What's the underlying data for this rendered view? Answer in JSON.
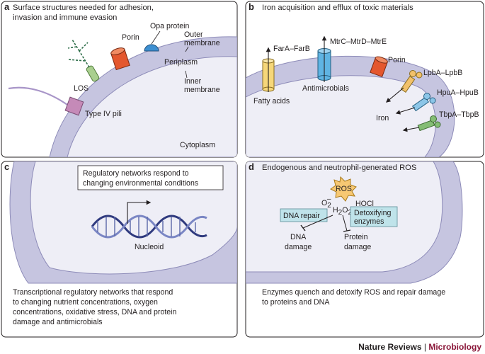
{
  "panels": {
    "a": {
      "letter": "a",
      "title_line1": "Surface structures needed for adhesion,",
      "title_line2": "invasion and immune evasion",
      "labels": {
        "porin": "Porin",
        "opa": "Opa protein",
        "outer_membrane_1": "Outer",
        "outer_membrane_2": "membrane",
        "periplasm": "Periplasm",
        "inner_membrane_1": "Inner",
        "inner_membrane_2": "membrane",
        "los": "LOS",
        "pili": "Type IV pili",
        "cytoplasm": "Cytoplasm"
      }
    },
    "b": {
      "letter": "b",
      "title": "Iron acquisition and efflux of toxic materials",
      "labels": {
        "farab": "FarA–FarB",
        "mtr": "MtrC–MtrD–MtrE",
        "porin": "Porin",
        "lpb": "LpbA–LpbB",
        "hpu": "HpuA–HpuB",
        "tbp": "TbpA–TbpB",
        "fatty_acids": "Fatty acids",
        "antimicrobials": "Antimicrobials",
        "iron": "Iron"
      }
    },
    "c": {
      "letter": "c",
      "box_line1": "Regulatory networks respond to",
      "box_line2": "changing environmental conditions",
      "nucleoid": "Nucleoid",
      "footer_lines": [
        "Transcriptional regulatory networks that respond",
        "to changing nutrient concentrations, oxygen",
        "concentrations, oxidative stress, DNA and protein",
        "damage and antimicrobials"
      ]
    },
    "d": {
      "letter": "d",
      "title": "Endogenous and neutrophil-generated ROS",
      "ros": "ROS",
      "o2": "O",
      "o2_sub": "2",
      "o2_sup": "–",
      "h2o2_h": "H",
      "h2o2_sub1": "2",
      "h2o2_o": "O",
      "h2o2_sub2": "2",
      "hocl": "HOCl",
      "dna_repair": "DNA repair",
      "detox_line1": "Detoxifying",
      "detox_line2": "enzymes",
      "dna_damage_1": "DNA",
      "dna_damage_2": "damage",
      "protein_damage_1": "Protein",
      "protein_damage_2": "damage",
      "footer_lines": [
        "Enzymes quench and detoxify ROS and repair damage",
        "to proteins and DNA"
      ]
    }
  },
  "credit": {
    "journal": "Nature Reviews",
    "separator": " | ",
    "section": "Microbiology"
  },
  "colors": {
    "cell_fill": "#eeeef6",
    "membrane": "#c6c5e0",
    "membrane_edge": "#8d8bb8",
    "accent": "#8a1538",
    "porin": "#e4572e",
    "opa": "#3d8fd1",
    "los_green": "#a9cf8f",
    "pili_pink": "#c58ab8",
    "mtr_blue": "#5fb4e3",
    "farab_yellow": "#f6d77a",
    "lpb_yellow": "#f2c16a",
    "hpu_blue": "#8cc6e8",
    "tbp_green": "#84bd75",
    "ros_star": "#f7c873",
    "box_fill": "#bfe3ea"
  }
}
